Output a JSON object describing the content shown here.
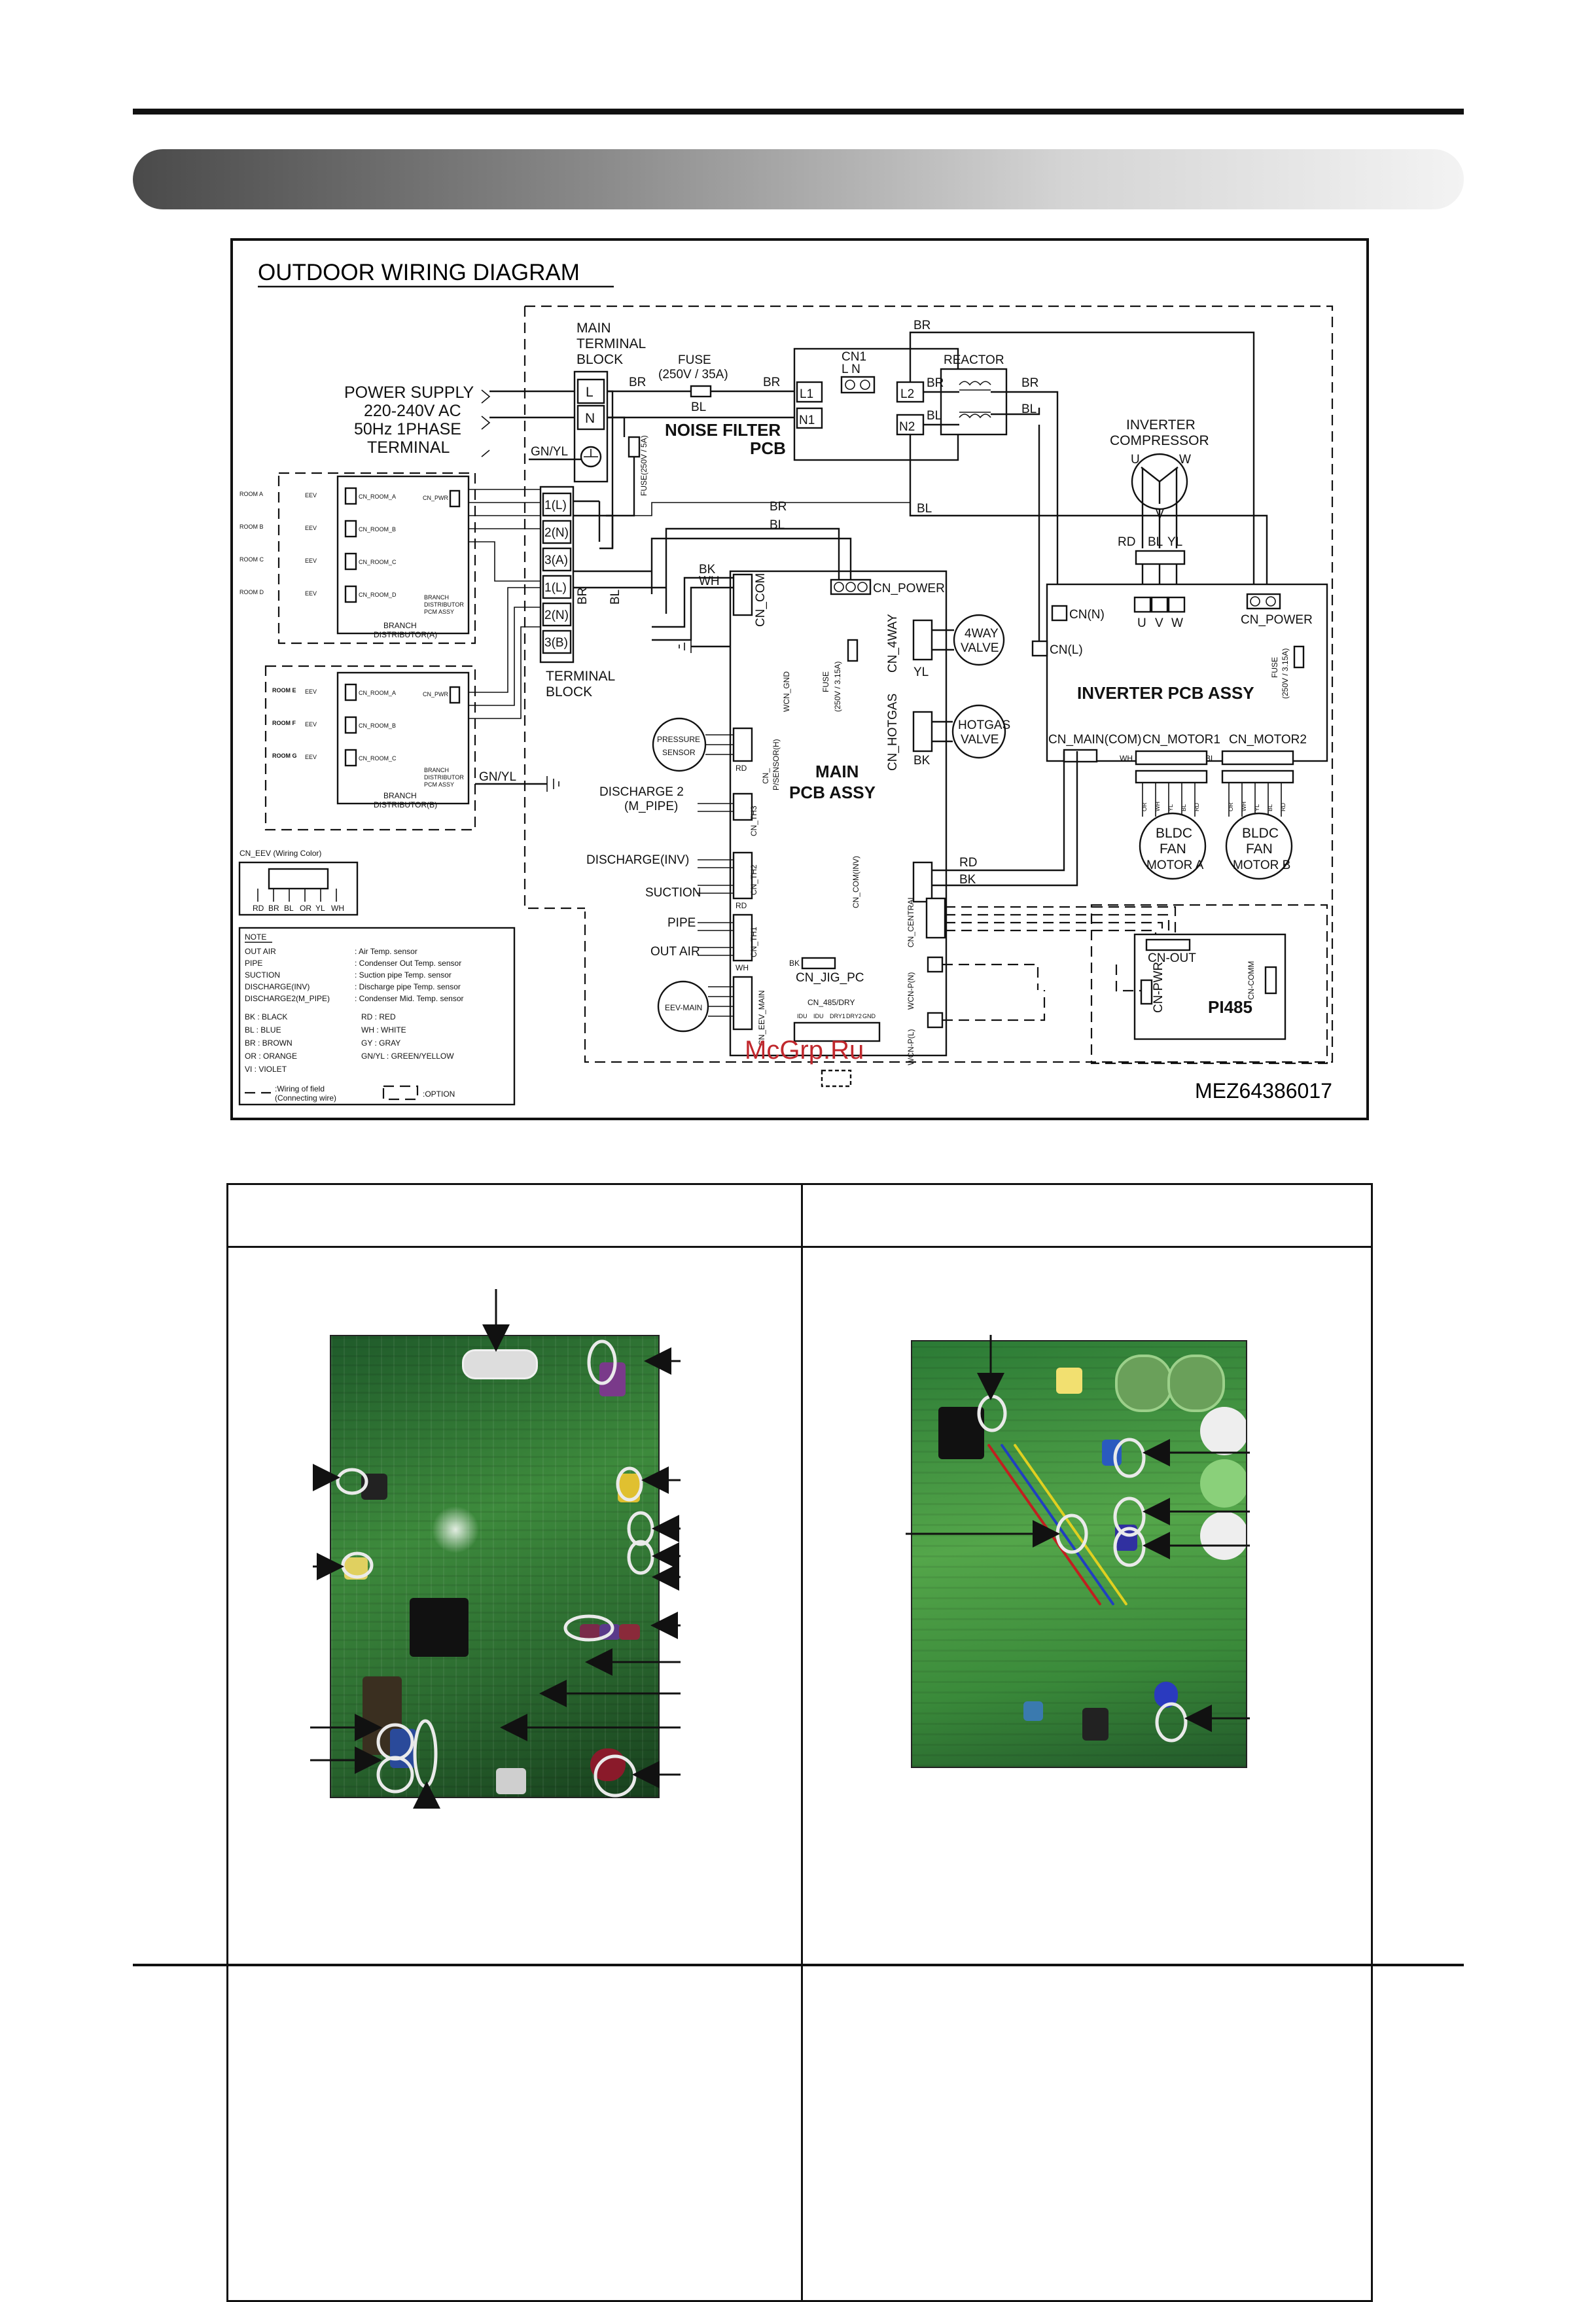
{
  "diagram": {
    "title": "OUTDOOR WIRING DIAGRAM",
    "model_code": "MEZ64386017",
    "power_supply": [
      "POWER SUPPLY",
      "220-240V AC",
      "50Hz 1PHASE",
      "TERMINAL"
    ],
    "main_terminal_block": [
      "MAIN",
      "TERMINAL",
      "BLOCK"
    ],
    "terminal_block": [
      "TERMINAL",
      "BLOCK"
    ],
    "terminal_L": "L",
    "terminal_N": "N",
    "fuse_main": [
      "FUSE",
      "(250V / 35A)"
    ],
    "fuse_small": "FUSE(250V / 5A)",
    "noise_filter": [
      "NOISE FILTER",
      "PCB"
    ],
    "cn1": [
      "CN1",
      "L  N"
    ],
    "l1": "L1",
    "n1": "N1",
    "l2": "L2",
    "n2": "N2",
    "reactor": "REACTOR",
    "inverter_compressor": [
      "INVERTER",
      "COMPRESSOR"
    ],
    "uvw": [
      "U",
      "V",
      "W"
    ],
    "rd_bl_yl": [
      "RD",
      "BL",
      "YL"
    ],
    "terminals": [
      "1(L)",
      "2(N)",
      "3(A)",
      "1(L)",
      "2(N)",
      "3(B)"
    ],
    "wire_br": "BR",
    "wire_bl": "BL",
    "wire_bk": "BK",
    "wire_wh": "WH",
    "wire_yl": "YL",
    "wire_rd": "RD",
    "gnyl": "GN/YL",
    "main_pcb": [
      "MAIN",
      "PCB ASSY"
    ],
    "inverter_pcb": "INVERTER PCB ASSY",
    "cn_labels": {
      "cn_power": "CN_POWER",
      "cn_com": "CN_COM",
      "cn_4way": "CN_4WAY",
      "valve_4way": [
        "4WAY",
        "VALVE"
      ],
      "cn_hotgas": "CN_HOTGAS",
      "valve_hotgas": [
        "HOTGAS",
        "VALVE"
      ],
      "fuse_pcb": [
        "FUSE",
        "(250V / 3.15A)"
      ],
      "wcn_gnd": "WCN_GND",
      "cn_psensor": [
        "CN_",
        "P/SENSOR(H)"
      ],
      "cn_th3": "CN_TH3",
      "cn_th2": "CN_TH2",
      "cn_th1": "CN_TH1",
      "cn_cominv": "CN_COM(INV)",
      "cn_central": "CN_CENTRAL",
      "wcn_pn": "WCN-P(N)",
      "wcn_pl": "WCN-P(L)",
      "cn_jig": "CN_JIG_PC",
      "cn_485": "CN_485/DRY",
      "cn_485_pins": [
        "IDU",
        "IDU",
        "DRY1",
        "DRY2",
        "GND"
      ],
      "cn_eev_main": "CN_EEV_MAIN",
      "cn_n": "CN(N)",
      "cn_l": "CN(L)",
      "cn_main_com": "CN_MAIN(COM)",
      "cn_motor1": "CN_MOTOR1",
      "cn_motor2": "CN_MOTOR2",
      "fuse_inv": [
        "FUSE",
        "(250V / 3.15A)"
      ],
      "cn_out": "CN-OUT",
      "cn_pwr": "CN-PWR",
      "cn_comm": "CN-COMM",
      "pi485": "PI485"
    },
    "sensors": {
      "pressure": [
        "PRESSURE",
        "SENSOR"
      ],
      "discharge2": [
        "DISCHARGE 2",
        "(M_PIPE)"
      ],
      "discharge_inv": "DISCHARGE(INV)",
      "suction": "SUCTION",
      "pipe": "PIPE",
      "out_air": "OUT AIR",
      "eev_main": "EEV-MAIN"
    },
    "motors": {
      "a": [
        "BLDC",
        "FAN",
        "MOTOR A"
      ],
      "b": [
        "BLDC",
        "FAN",
        "MOTOR B"
      ],
      "pins": [
        "OR",
        "WH",
        "YL",
        "BL",
        "RD"
      ]
    },
    "branch": {
      "rooms_a": [
        "ROOM A",
        "ROOM B",
        "ROOM C",
        "ROOM D"
      ],
      "rooms_b": [
        "ROOM E",
        "ROOM F",
        "ROOM G"
      ],
      "cn_rooms_a": [
        "CN_ROOM_A",
        "CN_ROOM_B",
        "CN_ROOM_C",
        "CN_ROOM_D"
      ],
      "cn_rooms_b": [
        "CN_ROOM_A",
        "CN_ROOM_B",
        "CN_ROOM_C"
      ],
      "cn_pwr": "CN_PWR",
      "pcm": [
        "BRANCH",
        "DISTRIBUTOR",
        "PCM ASSY"
      ],
      "dist_a": [
        "BRANCH",
        "DISTRIBUTOR(A)"
      ],
      "dist_b": [
        "BRANCH",
        "DISTRIBUTOR(B)"
      ],
      "eev": "EEV"
    },
    "eev_wiring": {
      "title": "CN_EEV (Wiring Color)",
      "colors": [
        "RD",
        "BR",
        "BL",
        "OR",
        "YL",
        "WH"
      ]
    },
    "note": {
      "heading": "NOTE",
      "sensor_rows": [
        [
          "OUT AIR",
          ": Air Temp. sensor"
        ],
        [
          "PIPE",
          ": Condenser Out Temp. sensor"
        ],
        [
          "SUCTION",
          ": Suction pipe Temp. sensor"
        ],
        [
          "DISCHARGE(INV)",
          ": Discharge pipe Temp. sensor"
        ],
        [
          "DISCHARGE2(M_PIPE)",
          ": Condenser Mid. Temp. sensor"
        ]
      ],
      "color_rows": [
        [
          "BK : BLACK",
          "RD : RED"
        ],
        [
          "BL : BLUE",
          "WH : WHITE"
        ],
        [
          "BR : BROWN",
          "GY : GRAY"
        ],
        [
          "OR : ORANGE",
          "GN/YL : GREEN/YELLOW"
        ],
        [
          "VI : VIOLET",
          ""
        ]
      ],
      "legend_field": [
        ":Wiring of field",
        "(Connecting wire)"
      ],
      "legend_option": ":OPTION"
    },
    "watermark": "McGrp.Ru"
  },
  "colors": {
    "line": "#111111",
    "watermark": "#c0282d",
    "pcb_green": "#3d8a3c",
    "ring": "#e6e6e6"
  }
}
